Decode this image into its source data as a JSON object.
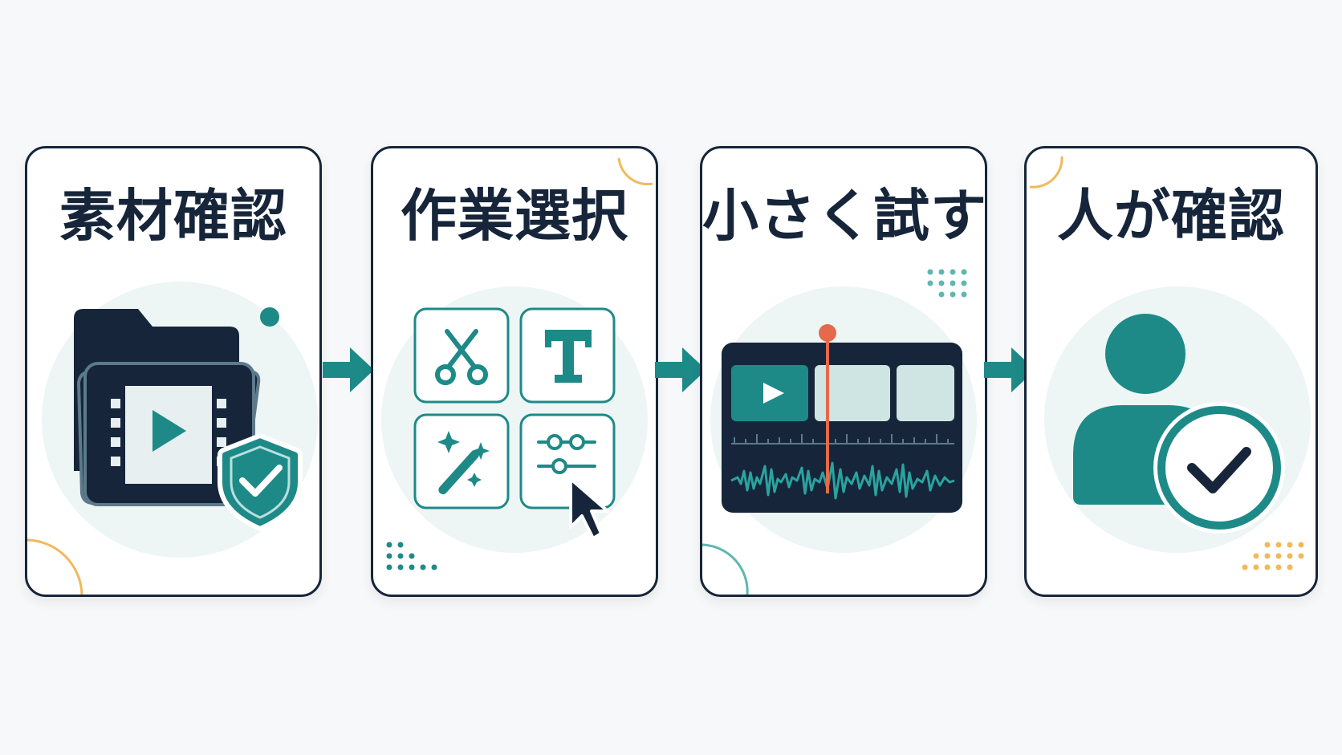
{
  "steps": [
    {
      "title": "素材確認",
      "icon": "folder-video-shield-icon"
    },
    {
      "title": "作業選択",
      "icon": "edit-tools-grid-icon"
    },
    {
      "title": "小さく試す",
      "icon": "video-timeline-icon"
    },
    {
      "title": "人が確認",
      "icon": "person-check-icon"
    }
  ],
  "colors": {
    "navy": "#16253a",
    "teal": "#1d8a88",
    "teal_light": "#cfe5e3",
    "circle_bg": "#edf5f5",
    "accent_orange": "#f0b95a",
    "playhead": "#e46a4b"
  }
}
